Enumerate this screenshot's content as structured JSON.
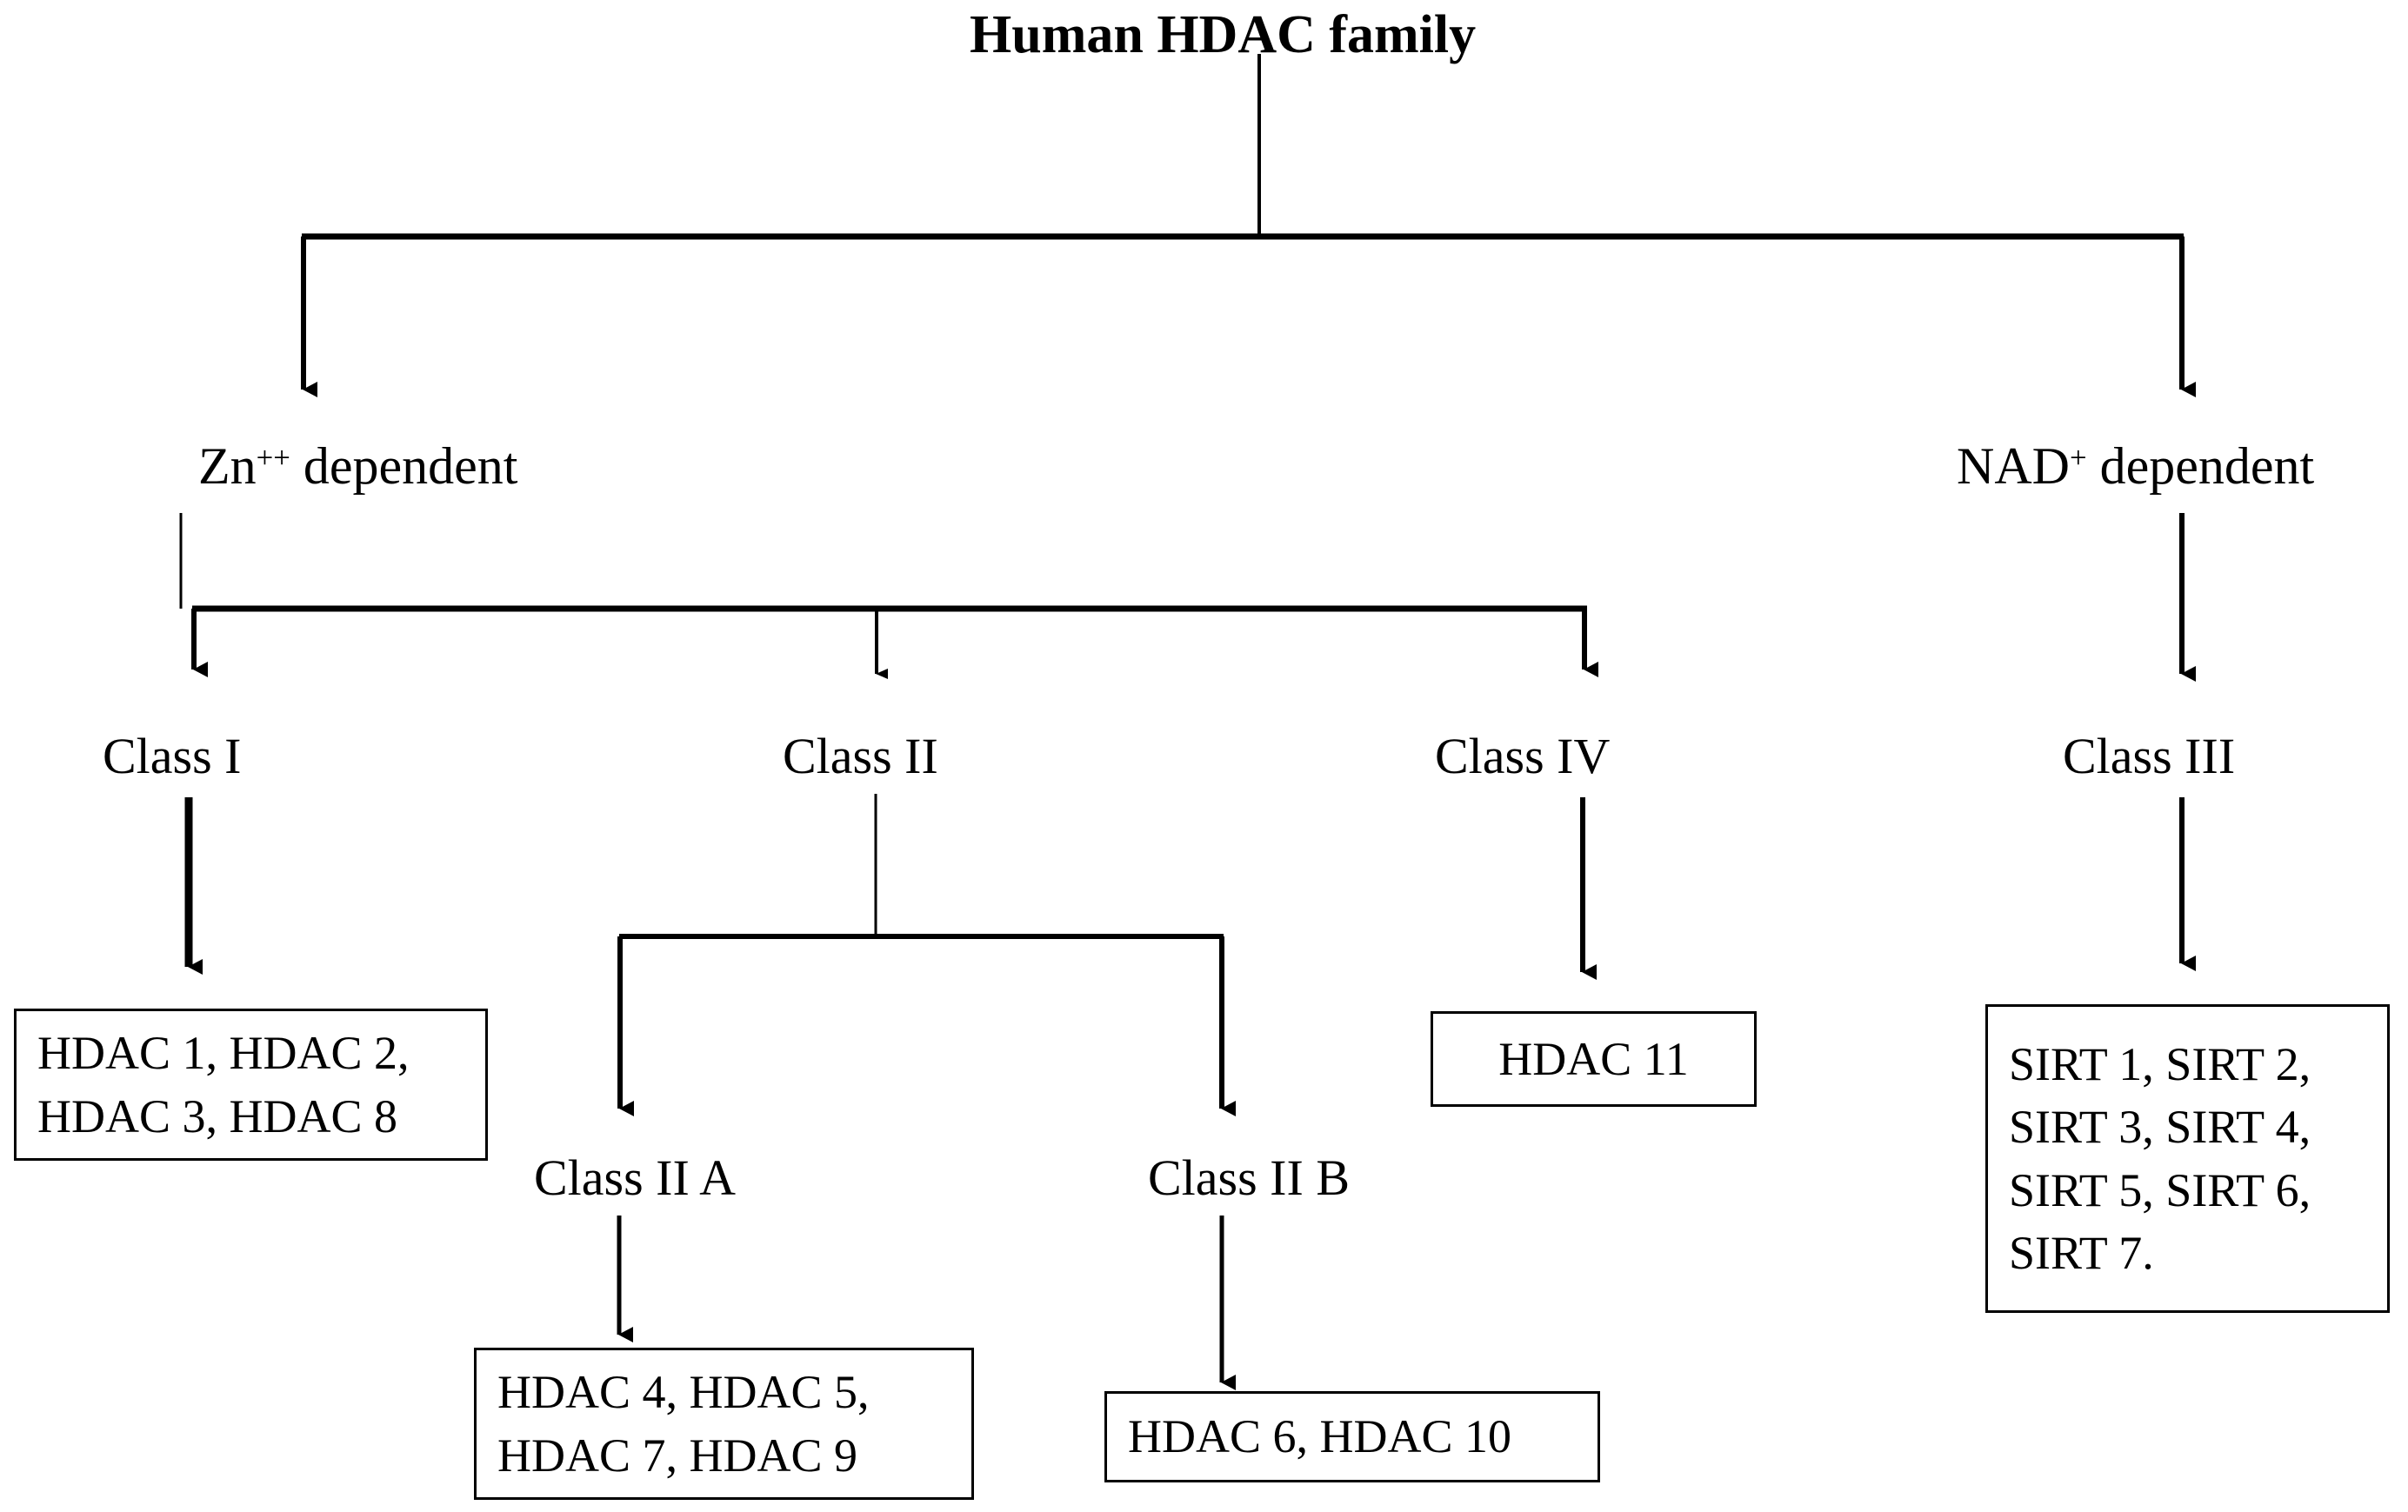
{
  "diagram": {
    "title": "Human HDAC family",
    "background_color": "#ffffff",
    "line_color": "#000000",
    "text_color": "#000000"
  },
  "nodes": {
    "root": {
      "label": "Human HDAC family"
    },
    "zn_dependent": {
      "label_prefix": "Zn",
      "label_sup": "++",
      "label_suffix": " dependent",
      "full": "Zn++ dependent"
    },
    "nad_dependent": {
      "label_prefix": "NAD",
      "label_sup": "+",
      "label_suffix": " dependent",
      "full": "NAD+ dependent"
    },
    "class_i": {
      "label": "Class I"
    },
    "class_ii": {
      "label": "Class II"
    },
    "class_iv": {
      "label": "Class IV"
    },
    "class_iii": {
      "label": "Class III"
    },
    "class_ii_a": {
      "label": "Class II A"
    },
    "class_ii_b": {
      "label": "Class II B"
    }
  },
  "boxes": {
    "class_i_members": {
      "text": "HDAC 1, HDAC 2,\nHDAC 3, HDAC 8"
    },
    "class_ii_a_members": {
      "text": "HDAC 4, HDAC 5,\nHDAC 7, HDAC 9"
    },
    "class_ii_b_members": {
      "text": "HDAC 6, HDAC 10"
    },
    "class_iv_members": {
      "text": "HDAC 11"
    },
    "class_iii_members": {
      "text": "SIRT 1, SIRT 2,\nSIRT 3, SIRT 4,\nSIRT 5, SIRT 6,\nSIRT 7."
    }
  },
  "chart_data": {
    "type": "table",
    "title": "Human HDAC family",
    "hierarchy": [
      {
        "name": "Zn++ dependent",
        "children": [
          {
            "name": "Class I",
            "members": [
              "HDAC 1",
              "HDAC 2",
              "HDAC 3",
              "HDAC 8"
            ]
          },
          {
            "name": "Class II",
            "children": [
              {
                "name": "Class II A",
                "members": [
                  "HDAC 4",
                  "HDAC 5",
                  "HDAC 7",
                  "HDAC 9"
                ]
              },
              {
                "name": "Class II B",
                "members": [
                  "HDAC 6",
                  "HDAC 10"
                ]
              }
            ]
          },
          {
            "name": "Class IV",
            "members": [
              "HDAC 11"
            ]
          }
        ]
      },
      {
        "name": "NAD+ dependent",
        "children": [
          {
            "name": "Class III",
            "members": [
              "SIRT 1",
              "SIRT 2",
              "SIRT 3",
              "SIRT 4",
              "SIRT 5",
              "SIRT 6",
              "SIRT 7"
            ]
          }
        ]
      }
    ]
  }
}
